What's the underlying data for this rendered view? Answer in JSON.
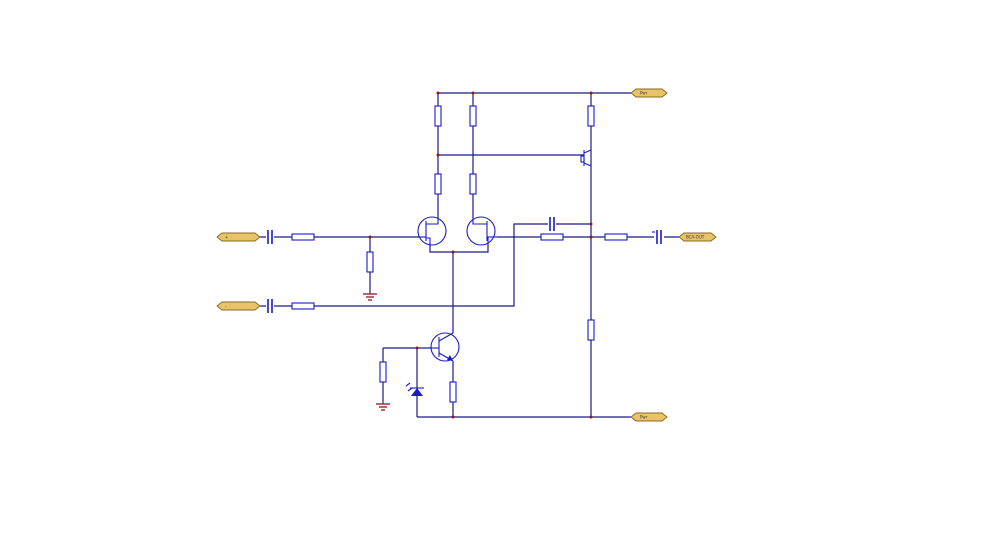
{
  "diagram": {
    "ports": {
      "vplus": "Pwr",
      "vminus": "Pwr",
      "input_plus": "+",
      "input_minus": "-",
      "output": "BCA-OUT"
    }
  },
  "colors": {
    "wire": "#1a1a8c",
    "component": "#1a1acc",
    "ground": "#8b1a1a",
    "port_fill": "#e8c36a"
  }
}
